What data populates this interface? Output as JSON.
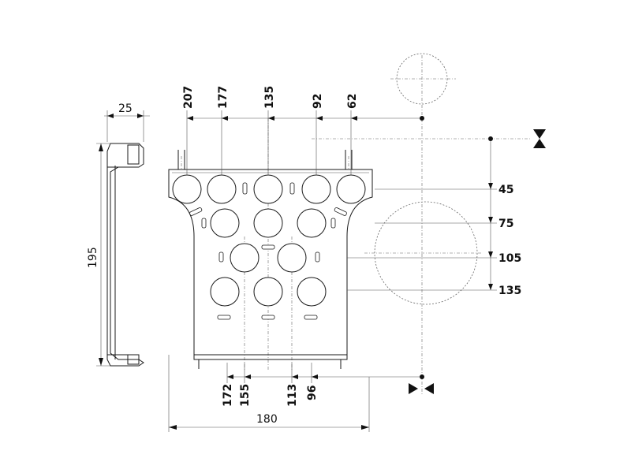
{
  "dimensions": {
    "top": [
      "207",
      "177",
      "135",
      "92",
      "62"
    ],
    "right": [
      "45",
      "75",
      "105",
      "135"
    ],
    "bottom": [
      "172",
      "155",
      "113",
      "96"
    ],
    "overall_width": "180",
    "side_width": "25",
    "side_height": "195"
  }
}
